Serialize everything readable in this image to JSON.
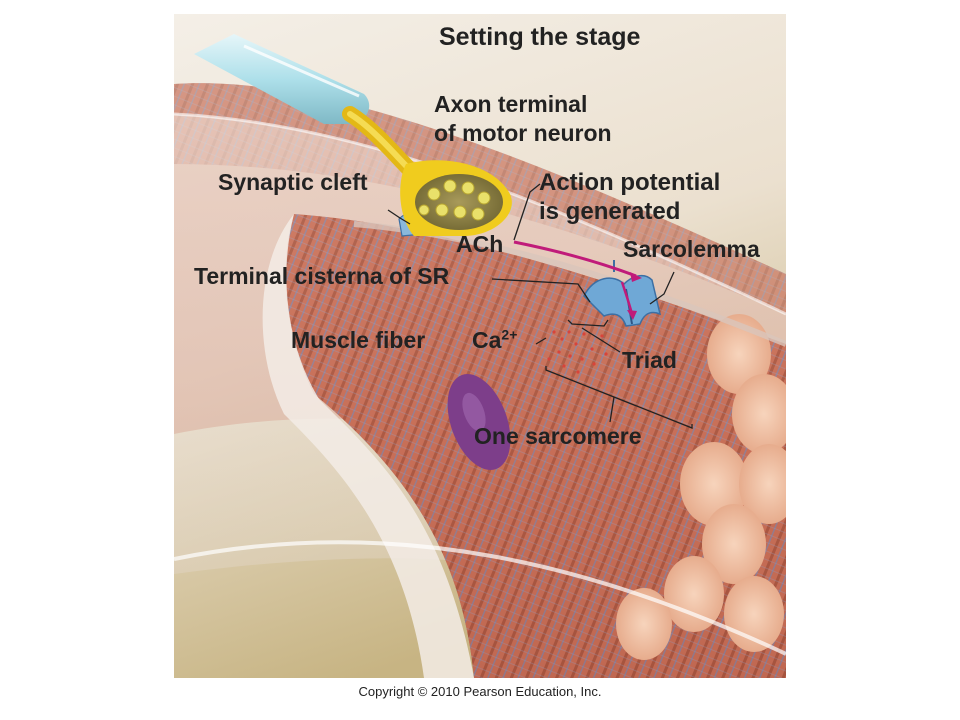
{
  "title": "Setting the stage",
  "labels": {
    "axon_terminal_line1": "Axon terminal",
    "axon_terminal_line2": "of motor neuron",
    "synaptic_cleft": "Synaptic cleft",
    "action_potential_line1": "Action potential",
    "action_potential_line2": "is generated",
    "ach": "ACh",
    "sarcolemma": "Sarcolemma",
    "terminal_cisterna": "Terminal cisterna of SR",
    "muscle_fiber": "Muscle fiber",
    "calcium_base": "Ca",
    "calcium_charge": "2+",
    "triad": "Triad",
    "one_sarcomere": "One sarcomere"
  },
  "copyright": "Copyright © 2010 Pearson Education, Inc.",
  "colors": {
    "panel_background": "#efe7db",
    "muscle_fiber": "#c46a4e",
    "axon_myelin": "#aee0ea",
    "axon_yellow": "#f0cc1e",
    "sr_blue": "#6fa8d6",
    "action_potential_arrow": "#c01b7a",
    "nucleus_purple": "#7d3e8a"
  }
}
